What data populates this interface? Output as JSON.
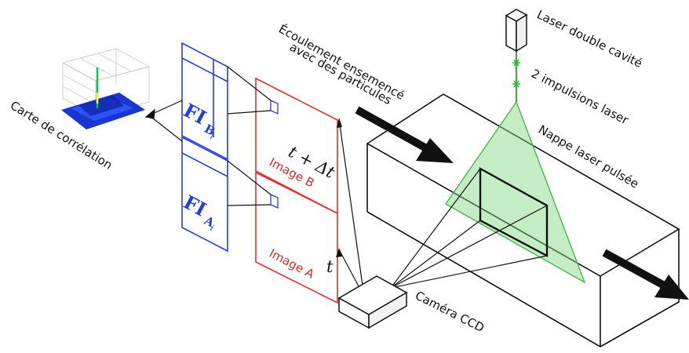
{
  "labels": {
    "laser": "Laser double cavité",
    "pulses": "2 impulsions laser",
    "sheet": "Nappe laser pulsée",
    "flow_line1": "Écoulement ensemencé",
    "flow_line2": "avec des particules",
    "camera": "Caméra CCD",
    "correlation": "Carte de corrélation",
    "image_b": "Image B",
    "image_a": "Image A",
    "time_b": "t + Δt",
    "time_a": "t",
    "window_b": "FI",
    "window_b_sub": "B",
    "window_a": "FI",
    "window_a_sub": "A",
    "sub_index": "i"
  },
  "colors": {
    "laser_sheet": "#7ed87e",
    "laser_beam": "#2fb62f",
    "image_frames": "#e03030",
    "windows": "#2a3bdc",
    "correlation_peak": "#00c853",
    "arrows": "#111111"
  },
  "icons": {
    "laser": "laser-box-icon",
    "camera": "camera-box-icon",
    "pulse_marker": "asterisk-icon"
  }
}
